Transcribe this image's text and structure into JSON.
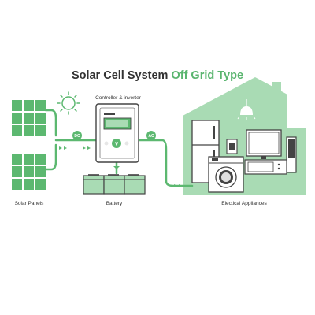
{
  "title": {
    "part1": "Solar Cell System",
    "part2": "Off Grid Type"
  },
  "labels": {
    "controller": "Controller & inverter",
    "panels": "Solar Panels",
    "battery": "Battery",
    "appliances": "Electical Appliances"
  },
  "connectors": {
    "dc": "DC",
    "ac": "AC"
  },
  "icons": [
    "sun-icon",
    "solar-panel-icon",
    "controller-inverter-icon",
    "battery-icon",
    "house-icon",
    "refrigerator-icon",
    "washing-machine-icon",
    "television-icon",
    "microwave-icon",
    "ceiling-lamp-icon",
    "fan-heater-icon"
  ],
  "colors": {
    "accent": "#5ab56f",
    "light_green": "#a9dbb4",
    "line": "#5cb870",
    "dark": "#333333",
    "title_highlight": "#5ab56f"
  }
}
